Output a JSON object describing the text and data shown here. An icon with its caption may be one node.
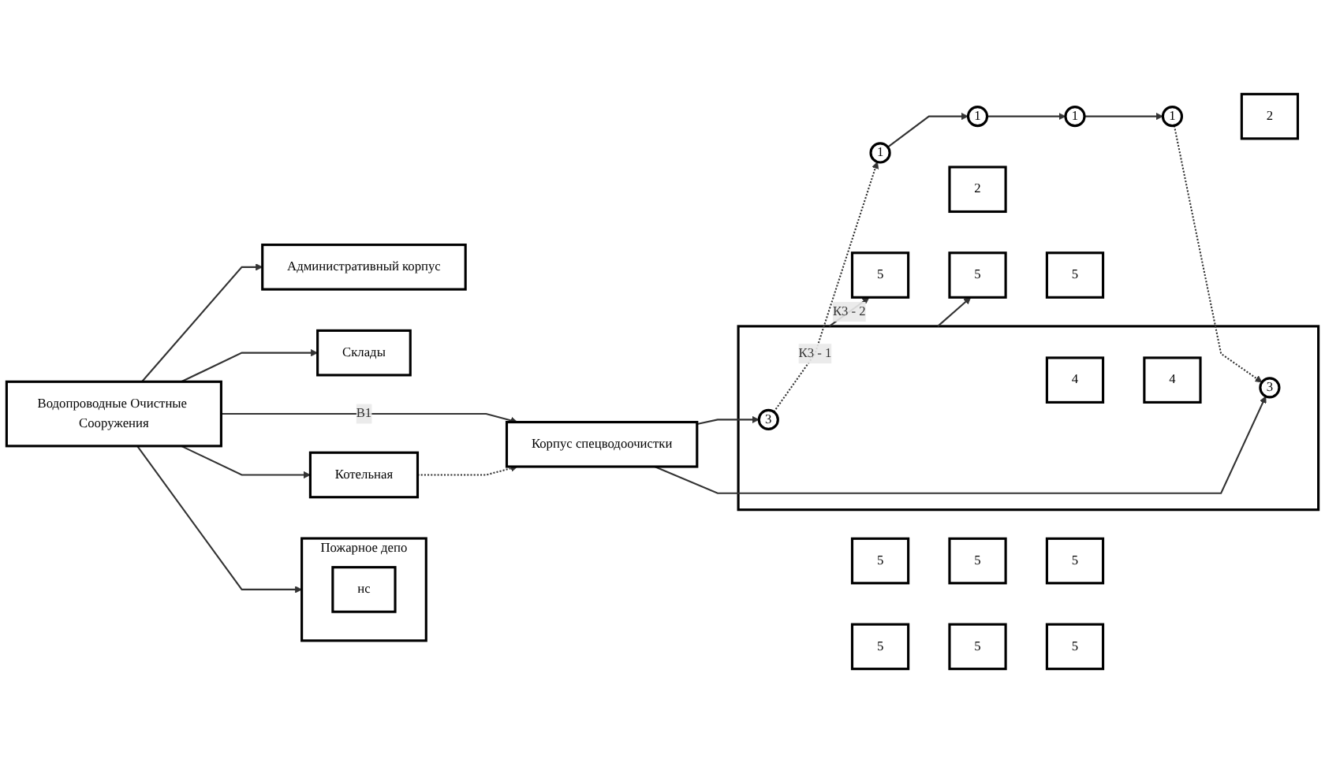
{
  "diagram": {
    "nodes": [
      {
        "text": [
          "Водопроводные Очистные Сооружения"
        ]
      },
      {
        "text": [
          "1"
        ]
      },
      {
        "text": [
          "1"
        ]
      },
      {
        "text": [
          "1"
        ]
      },
      {
        "text": [
          "1"
        ]
      },
      {
        "text": [
          "2"
        ]
      },
      {
        "text": [
          "2"
        ]
      },
      {
        "text": [],
        "shape": "box"
      },
      {
        "text": [
          "3"
        ],
        "in": 7
      },
      {
        "text": [
          "4"
        ],
        "in": 7
      },
      {
        "text": [
          "4"
        ],
        "in": 7
      },
      {
        "text": [
          "3"
        ],
        "in": 7
      },
      {
        "text": [
          "Корпус спецводоочистки"
        ]
      },
      {
        "text": [
          "5"
        ]
      },
      {
        "text": [
          "5"
        ]
      },
      {
        "text": [
          "5"
        ]
      },
      {
        "text": [
          "5"
        ]
      },
      {
        "text": [
          "5"
        ]
      },
      {
        "text": [
          "5"
        ]
      },
      {
        "text": [
          "5"
        ]
      },
      {
        "text": [
          "5"
        ]
      },
      {
        "text": [
          "5"
        ]
      },
      {
        "text": [
          "Административный корпус"
        ]
      },
      {
        "text": [
          "Склады"
        ]
      },
      {
        "text": [
          "Пожарное депо"
        ]
      },
      {
        "text": [
          "нс"
        ],
        "in": 24
      },
      {
        "text": [
          "Котельная"
        ]
      }
    ],
    "edges": [
      {
        "from": 8,
        "to": 1,
        "arrow": "to",
        "style": "dashed",
        "label": "К3 - 1"
      },
      {
        "from": 1,
        "to": 2,
        "arrow": "to"
      },
      {
        "from": 2,
        "to": 3,
        "arrow": "to"
      },
      {
        "from": 3,
        "to": 4,
        "arrow": "to"
      },
      {
        "from": 4,
        "to": 11,
        "arrow": "to",
        "style": "dashed"
      },
      {
        "from": 7,
        "to": 13,
        "arrow": "to",
        "label": "К3 - 2"
      },
      {
        "from": 7,
        "to": 14,
        "arrow": "to"
      },
      {
        "from": 12,
        "to": 8,
        "arrow": "to"
      },
      {
        "from": 12,
        "to": 11,
        "arrow": "to"
      },
      {
        "from": 0,
        "to": 22,
        "arrow": "to"
      },
      {
        "from": 0,
        "to": 23,
        "arrow": "to"
      },
      {
        "from": 0,
        "to": 24,
        "arrow": "to"
      },
      {
        "from": 0,
        "to": 12,
        "arrow": "to",
        "label": "В1"
      },
      {
        "from": 0,
        "to": 26,
        "arrow": "to"
      },
      {
        "from": 26,
        "to": 12,
        "arrow": "to",
        "style": "dashed"
      }
    ]
  }
}
